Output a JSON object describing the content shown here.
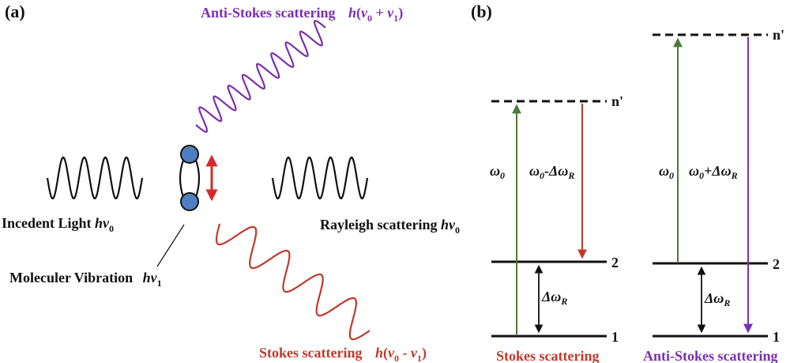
{
  "colors": {
    "black": "#111111",
    "purple": "#7b2fb0",
    "red": "#c0392b",
    "blue": "#4f7fc0",
    "green": "#4a7a38",
    "arrow_red": "#d42a2a"
  },
  "panel_a": {
    "label": "(a)",
    "incident": {
      "text": "Incedent Light ",
      "math_h": "h",
      "math_v": "v",
      "sub": "0"
    },
    "rayleigh": {
      "text": "Rayleigh scattering ",
      "math_h": "h",
      "math_v": "v",
      "sub": "0"
    },
    "molecule": {
      "text": "Moleculer Vibration ",
      "math_h": "h",
      "math_v": "v",
      "sub": "1"
    },
    "anti_stokes": {
      "text": "Anti-Stokes scattering ",
      "math_h": "h",
      "open": "(",
      "v": "v",
      "sub0": "0",
      "op": " + ",
      "v2": "v",
      "sub1": "1",
      "close": ")"
    },
    "stokes": {
      "text": "Stokes scattering ",
      "math_h": "h",
      "open": "(",
      "v": "v",
      "sub0": "0",
      "op": " - ",
      "v2": "v",
      "sub1": "1",
      "close": ")"
    }
  },
  "panel_b": {
    "label": "(b)",
    "stokes_diagram": {
      "level_n": "n'",
      "level_2": "2",
      "level_1": "1",
      "omega0": {
        "sym": "ω",
        "sub": "0"
      },
      "omega_shift": {
        "sym": "ω",
        "sub": "0",
        "op": "-Δω",
        "sub2": "R"
      },
      "delta": {
        "sym": "Δω",
        "sub": "R"
      },
      "caption": "Stokes scattering"
    },
    "anti_stokes_diagram": {
      "level_n": "n'",
      "level_2": "2",
      "level_1": "1",
      "omega0": {
        "sym": "ω",
        "sub": "0"
      },
      "omega_shift": {
        "sym": "ω",
        "sub": "0",
        "op": "+Δω",
        "sub2": "R"
      },
      "delta": {
        "sym": "Δω",
        "sub": "R"
      },
      "caption": "Anti-Stokes scattering"
    }
  }
}
